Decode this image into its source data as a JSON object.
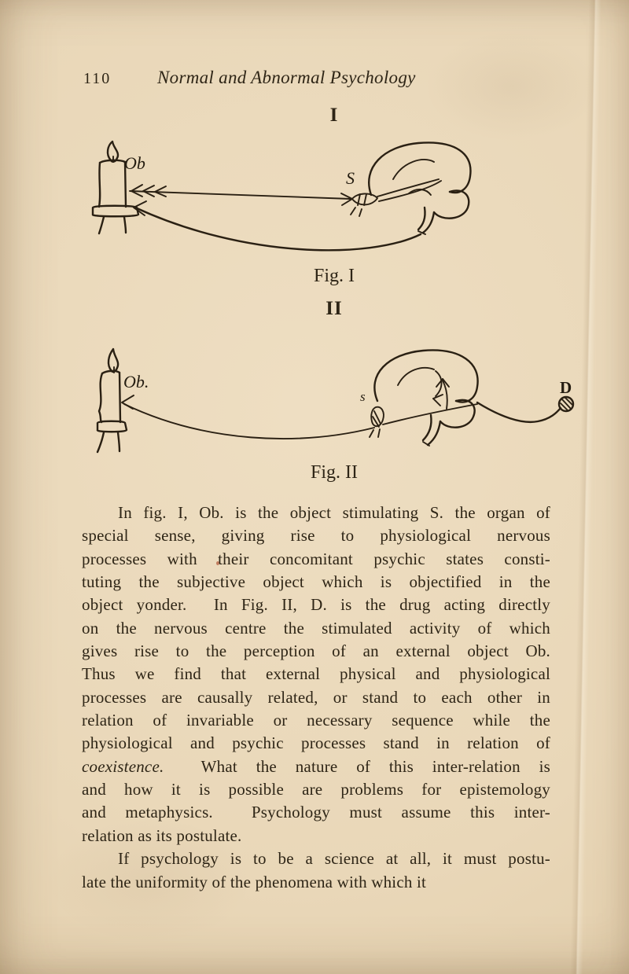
{
  "page": {
    "number": "110",
    "running_title": "Normal and Abnormal Psychology"
  },
  "figure1": {
    "numeral": "I",
    "caption": "Fig. I",
    "labels": {
      "object": "Ob",
      "sense_organ": "S"
    }
  },
  "figure2": {
    "numeral": "II",
    "caption": "Fig. II",
    "labels": {
      "object": "Ob.",
      "sense_organ": "s",
      "drug": "D"
    }
  },
  "body": {
    "paragraph1": {
      "lines": [
        "In fig. I, Ob. is the object stimulating S. the organ of",
        "special sense, giving rise to physiological nervous",
        "processes with their concomitant psychic states consti-",
        "tuting the subjective object which is objectified in the",
        "object yonder.  In Fig. II, D. is the drug acting directly",
        "on the nervous centre the stimulated activity of which",
        "gives rise to the perception of an external object Ob.",
        "Thus we find that external physical and physiological",
        "processes are causally related, or stand to each other in",
        "relation of invariable or necessary sequence while the",
        "physiological and psychic processes stand in relation of"
      ],
      "italic_word": "coexistence.",
      "line_after_italic": "What the nature of this inter-relation is",
      "lines_tail": [
        "and how it is possible are problems for epistemology",
        "and metaphysics.  Psychology must assume this inter-",
        "relation as its postulate."
      ]
    },
    "paragraph2": {
      "lines": [
        "If psychology is to be a science at all, it must postu-",
        "late the uniformity of the phenomena with which it"
      ]
    }
  },
  "colors": {
    "paper": "#e9d7b8",
    "ink": "#2a2013"
  }
}
